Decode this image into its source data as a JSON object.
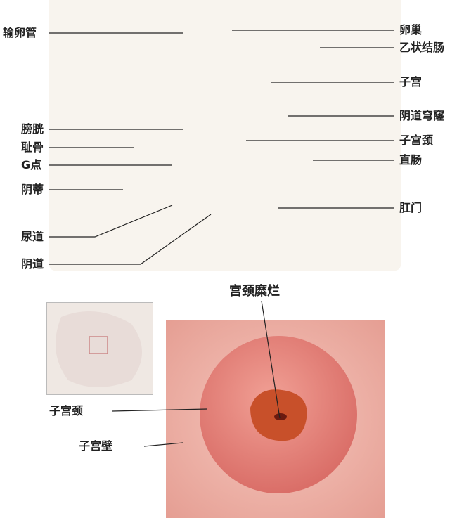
{
  "anatomy": {
    "left_labels": [
      "输卵管",
      "膀胱",
      "耻骨",
      "G点",
      "阴蒂",
      "尿道",
      "阴道"
    ],
    "right_labels": [
      "卵巢",
      "乙状结肠",
      "子宫",
      "阴道穹窿",
      "子宫颈",
      "直肠",
      "肛门"
    ]
  },
  "closeup": {
    "title": "宫颈糜烂",
    "labels": [
      "子宫颈",
      "子宫壁"
    ]
  },
  "colors": {
    "tissue_pink": "#e07b78",
    "tissue_light": "#f2b6ae",
    "erosion": "#c8502a",
    "line": "#222222"
  }
}
